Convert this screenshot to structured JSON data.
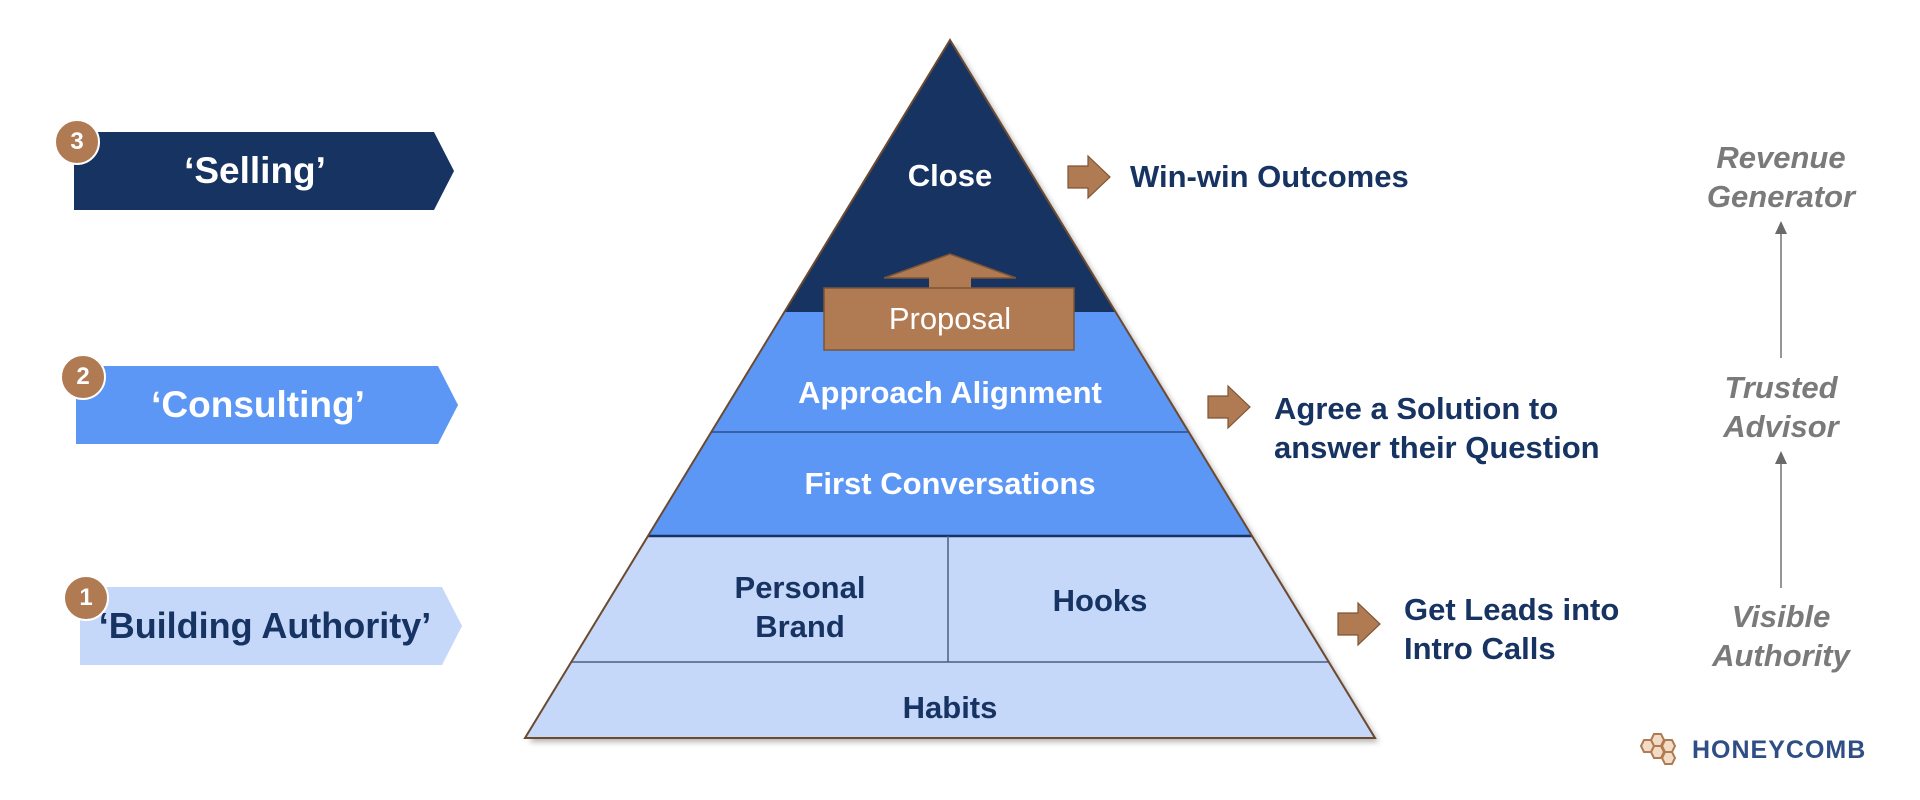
{
  "stages": [
    {
      "number": "3",
      "label": "‘Selling’"
    },
    {
      "number": "2",
      "label": "‘Consulting’"
    },
    {
      "number": "1",
      "label": "‘Building Authority’"
    }
  ],
  "pyramid": {
    "close": "Close",
    "proposal": "Proposal",
    "approach": "Approach Alignment",
    "first": "First Conversations",
    "brand": "Personal Brand",
    "hooks": "Hooks",
    "habits": "Habits"
  },
  "outcomes": {
    "win": "Win-win Outcomes",
    "agree": "Agree a Solution to answer their Question",
    "leads": "Get Leads into Intro Calls"
  },
  "progression": {
    "revenue": "Revenue Generator",
    "trusted": "Trusted Advisor",
    "visible": "Visible Authority"
  },
  "logo": {
    "text": "HONEYCOMB",
    "icon": "honeycomb-icon"
  },
  "colors": {
    "navy": "#163362",
    "blue": "#5d97f6",
    "light_blue": "#c6d8fa",
    "copper": "#b07a52",
    "grey": "#7a7a7a"
  }
}
